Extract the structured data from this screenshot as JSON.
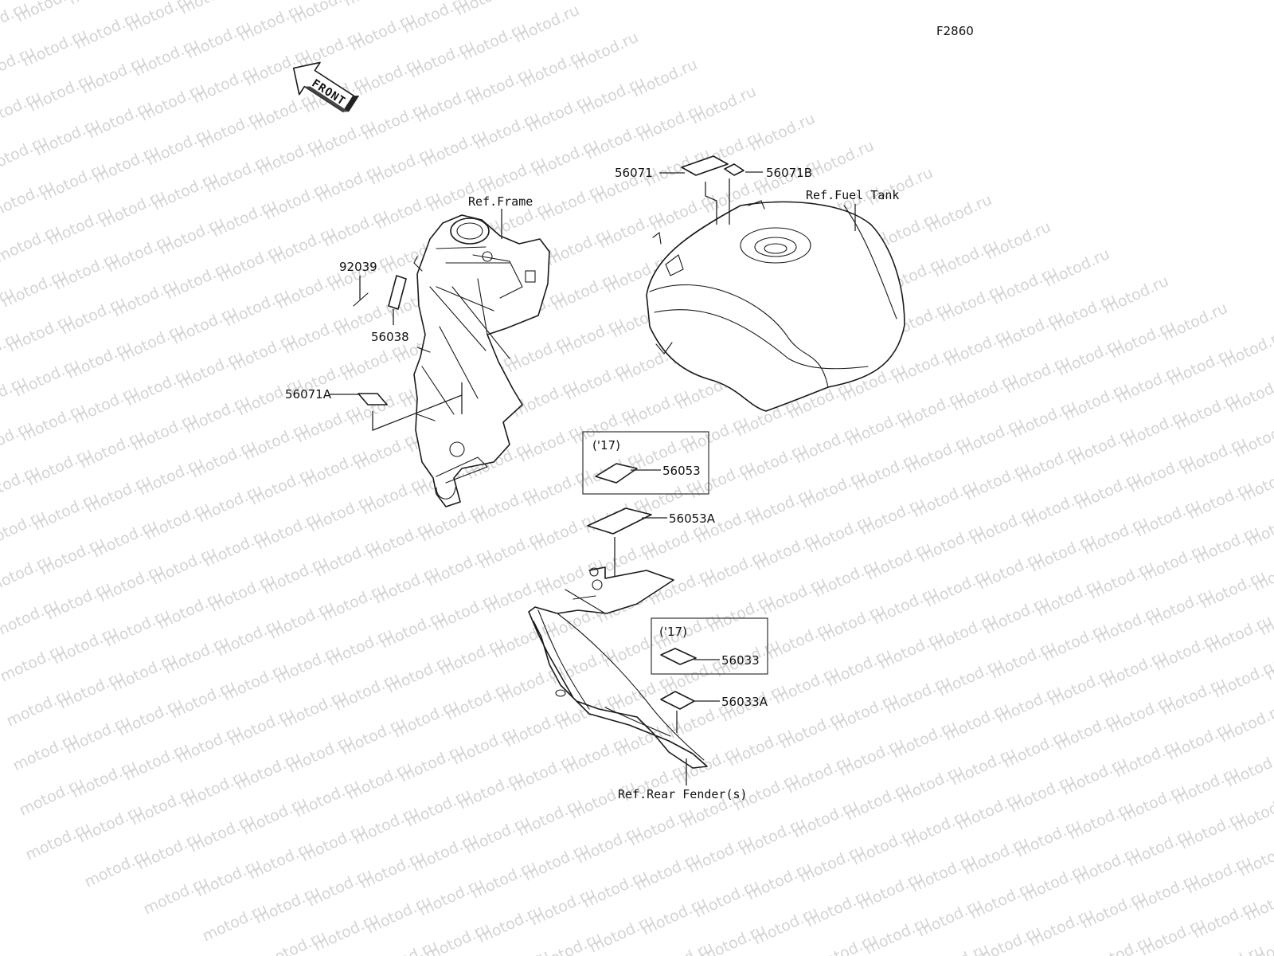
{
  "diagram_code": "F2860",
  "watermark_text": "motod.ru",
  "front_arrow_label": "FRONT",
  "references": {
    "frame": "Ref.Frame",
    "fuel_tank": "Ref.Fuel Tank",
    "rear_fender": "Ref.Rear Fender(s)"
  },
  "parts": {
    "p56071": "56071",
    "p56071B": "56071B",
    "p92039": "92039",
    "p56038": "56038",
    "p56071A": "56071A",
    "p56053": "56053",
    "p56053A": "56053A",
    "p56033": "56033",
    "p56033A": "56033A"
  },
  "year_boxes": {
    "box1": "('17)",
    "box2": "('17)"
  }
}
